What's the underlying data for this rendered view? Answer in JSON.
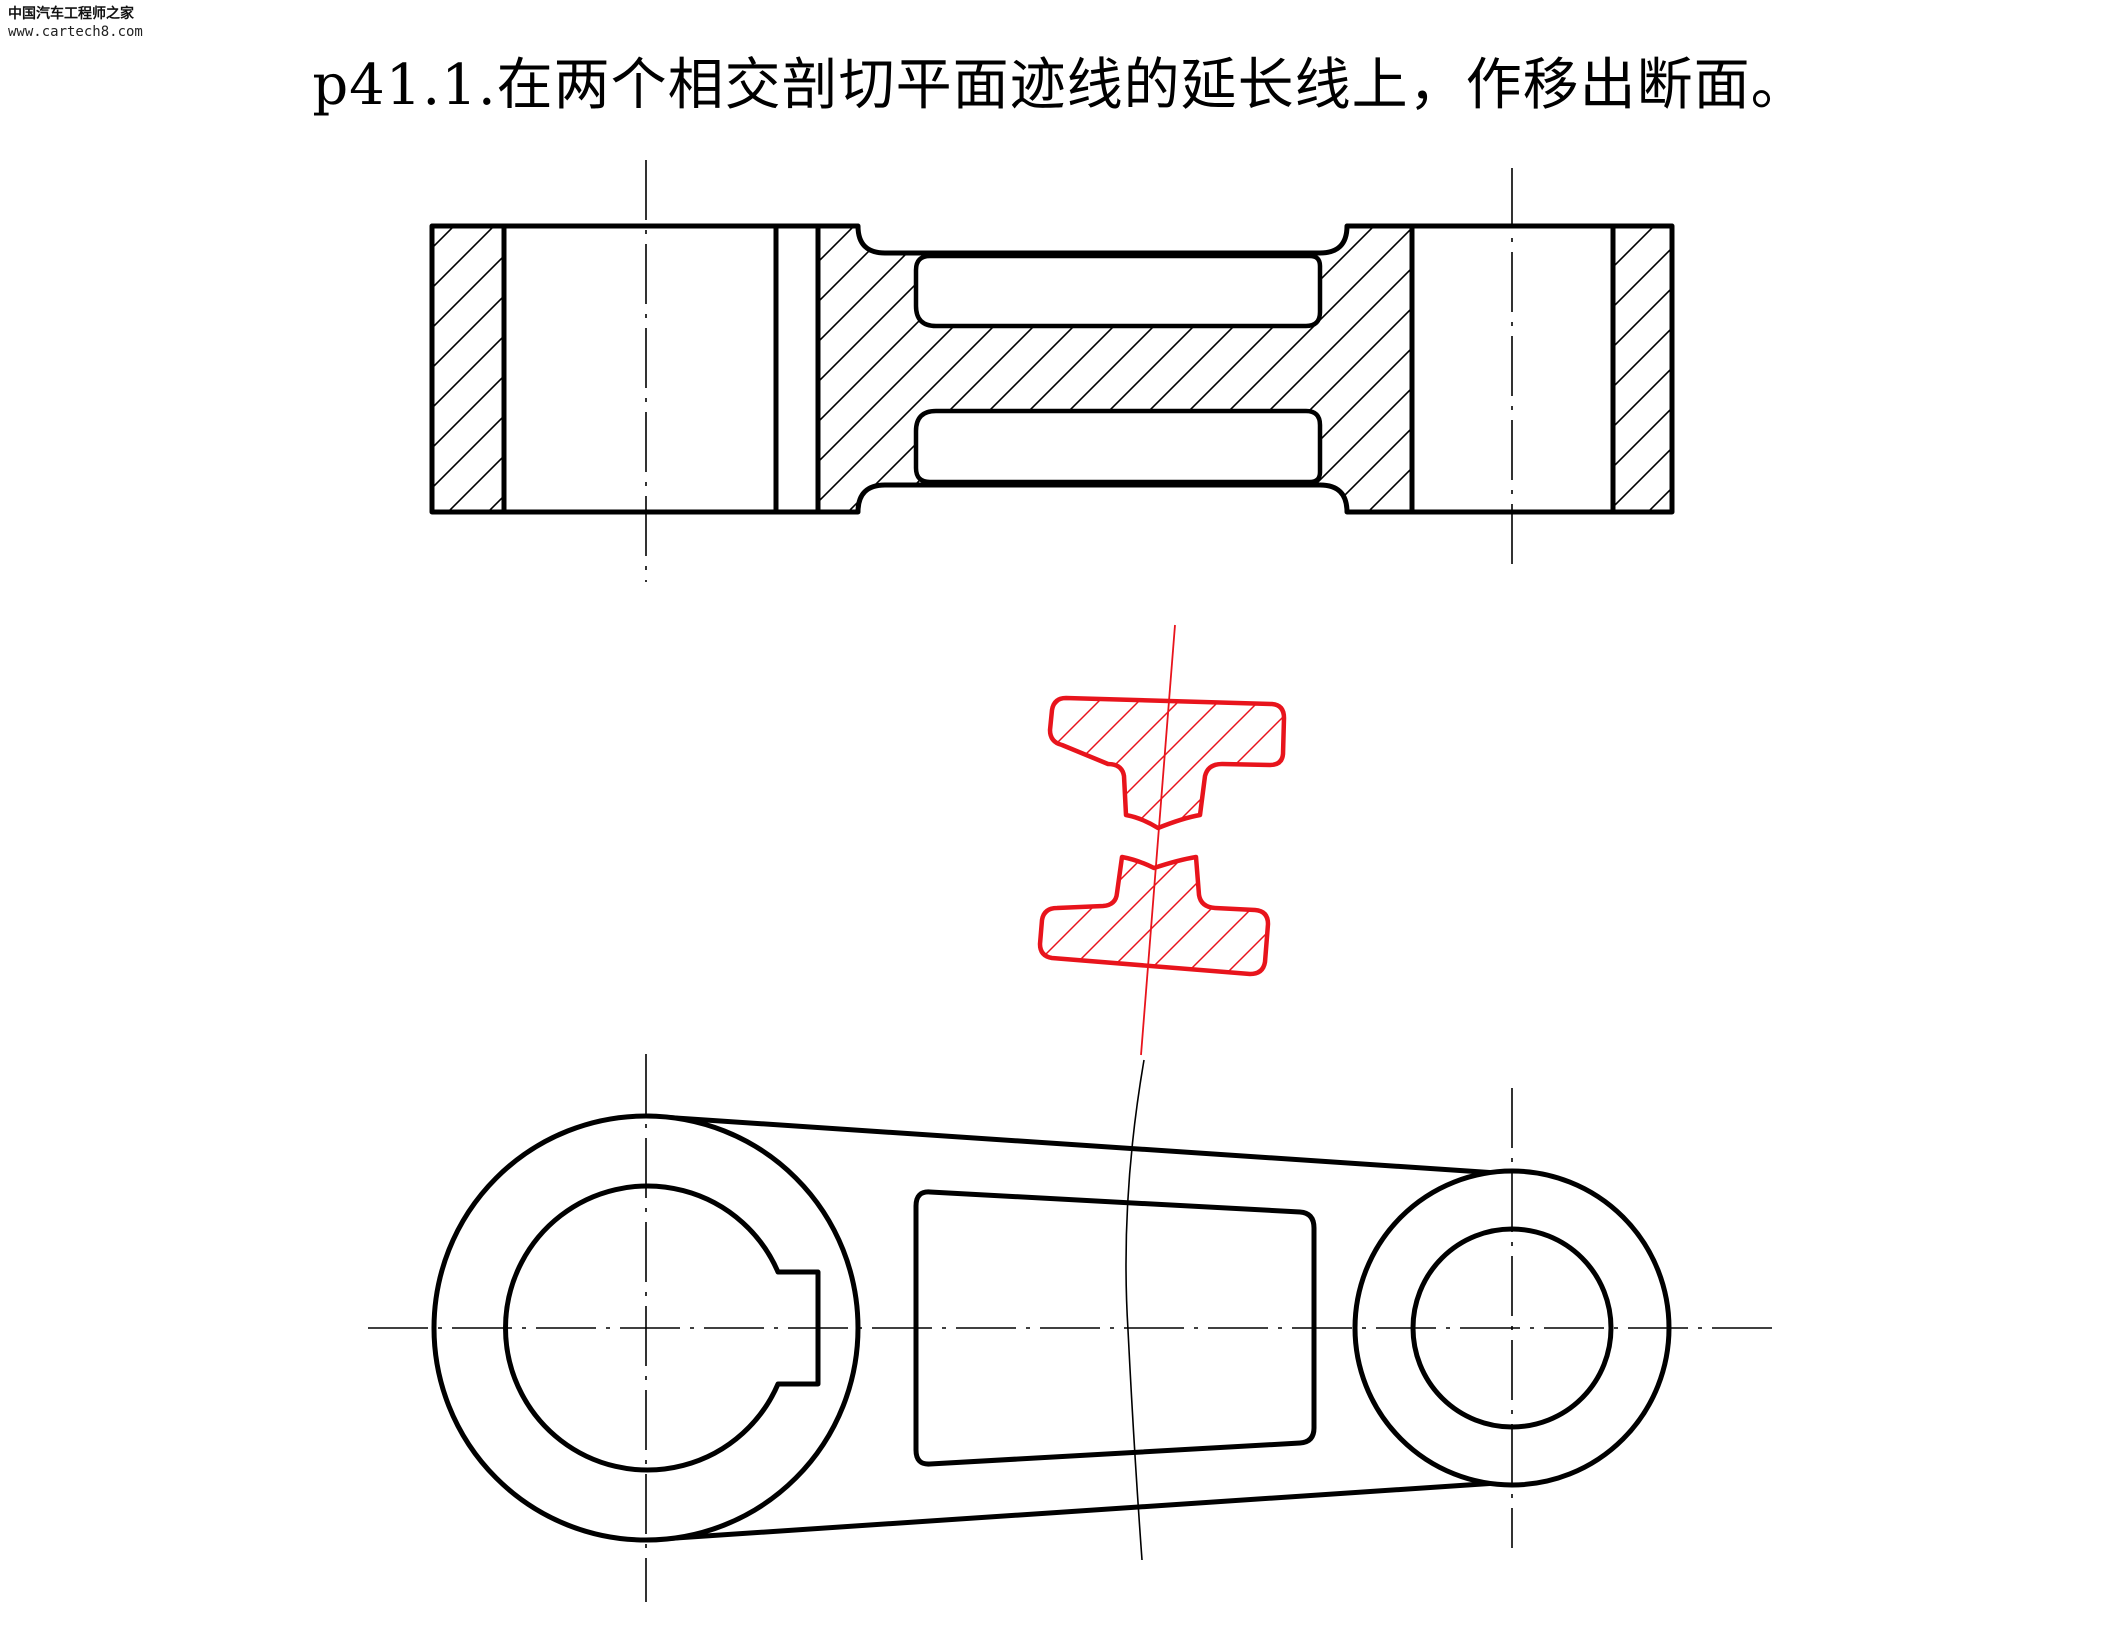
{
  "watermark": {
    "brand": "中国汽车工程师之家",
    "url": "www.cartech8.com"
  },
  "title": "p41.1.在两个相交剖切平面迹线的延长线上，作移出断面。",
  "colors": {
    "line": "#000000",
    "answer": "#e8141c"
  }
}
